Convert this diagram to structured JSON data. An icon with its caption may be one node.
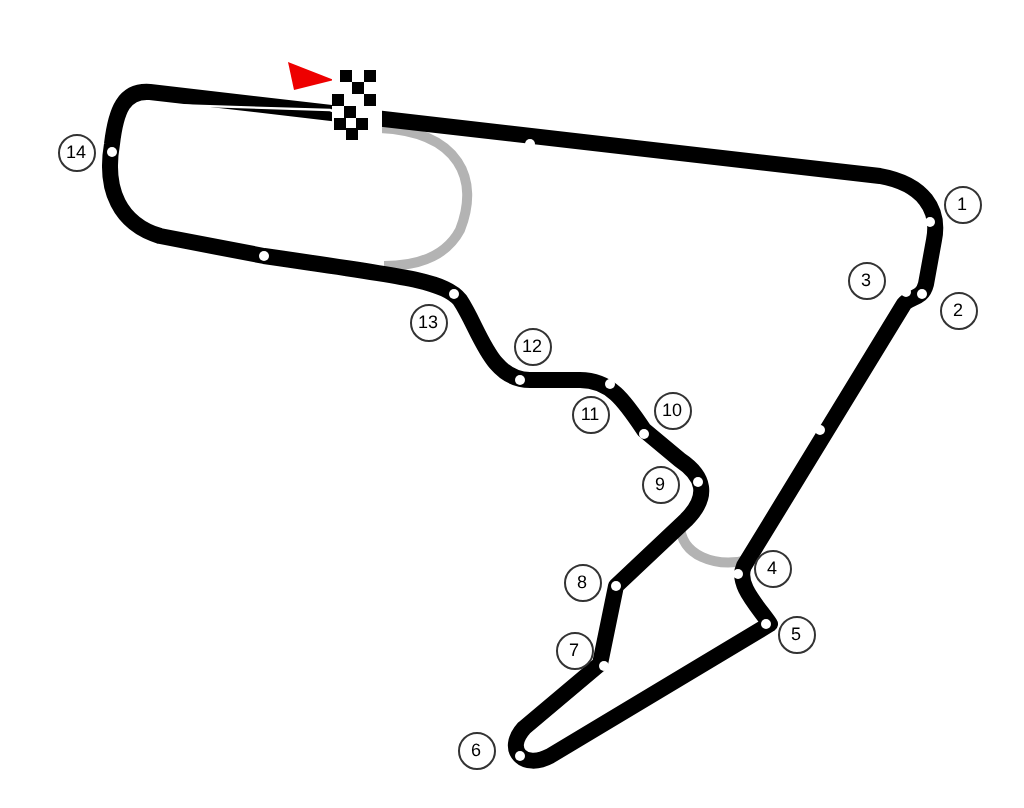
{
  "diagram": {
    "nodes": [
      {
        "text": [
          "14"
        ]
      },
      {
        "text": [
          "1"
        ]
      },
      {
        "text": [
          "3"
        ]
      },
      {
        "text": [
          "2"
        ]
      },
      {
        "text": [
          "13"
        ]
      },
      {
        "text": [
          "12"
        ]
      },
      {
        "text": [
          "10"
        ]
      },
      {
        "text": [
          "11"
        ]
      },
      {
        "text": [
          "9"
        ]
      },
      {
        "text": [
          "4"
        ]
      },
      {
        "text": [
          "8"
        ]
      },
      {
        "text": [
          "5"
        ]
      },
      {
        "text": [
          "7"
        ]
      },
      {
        "text": [
          "6"
        ]
      }
    ]
  }
}
